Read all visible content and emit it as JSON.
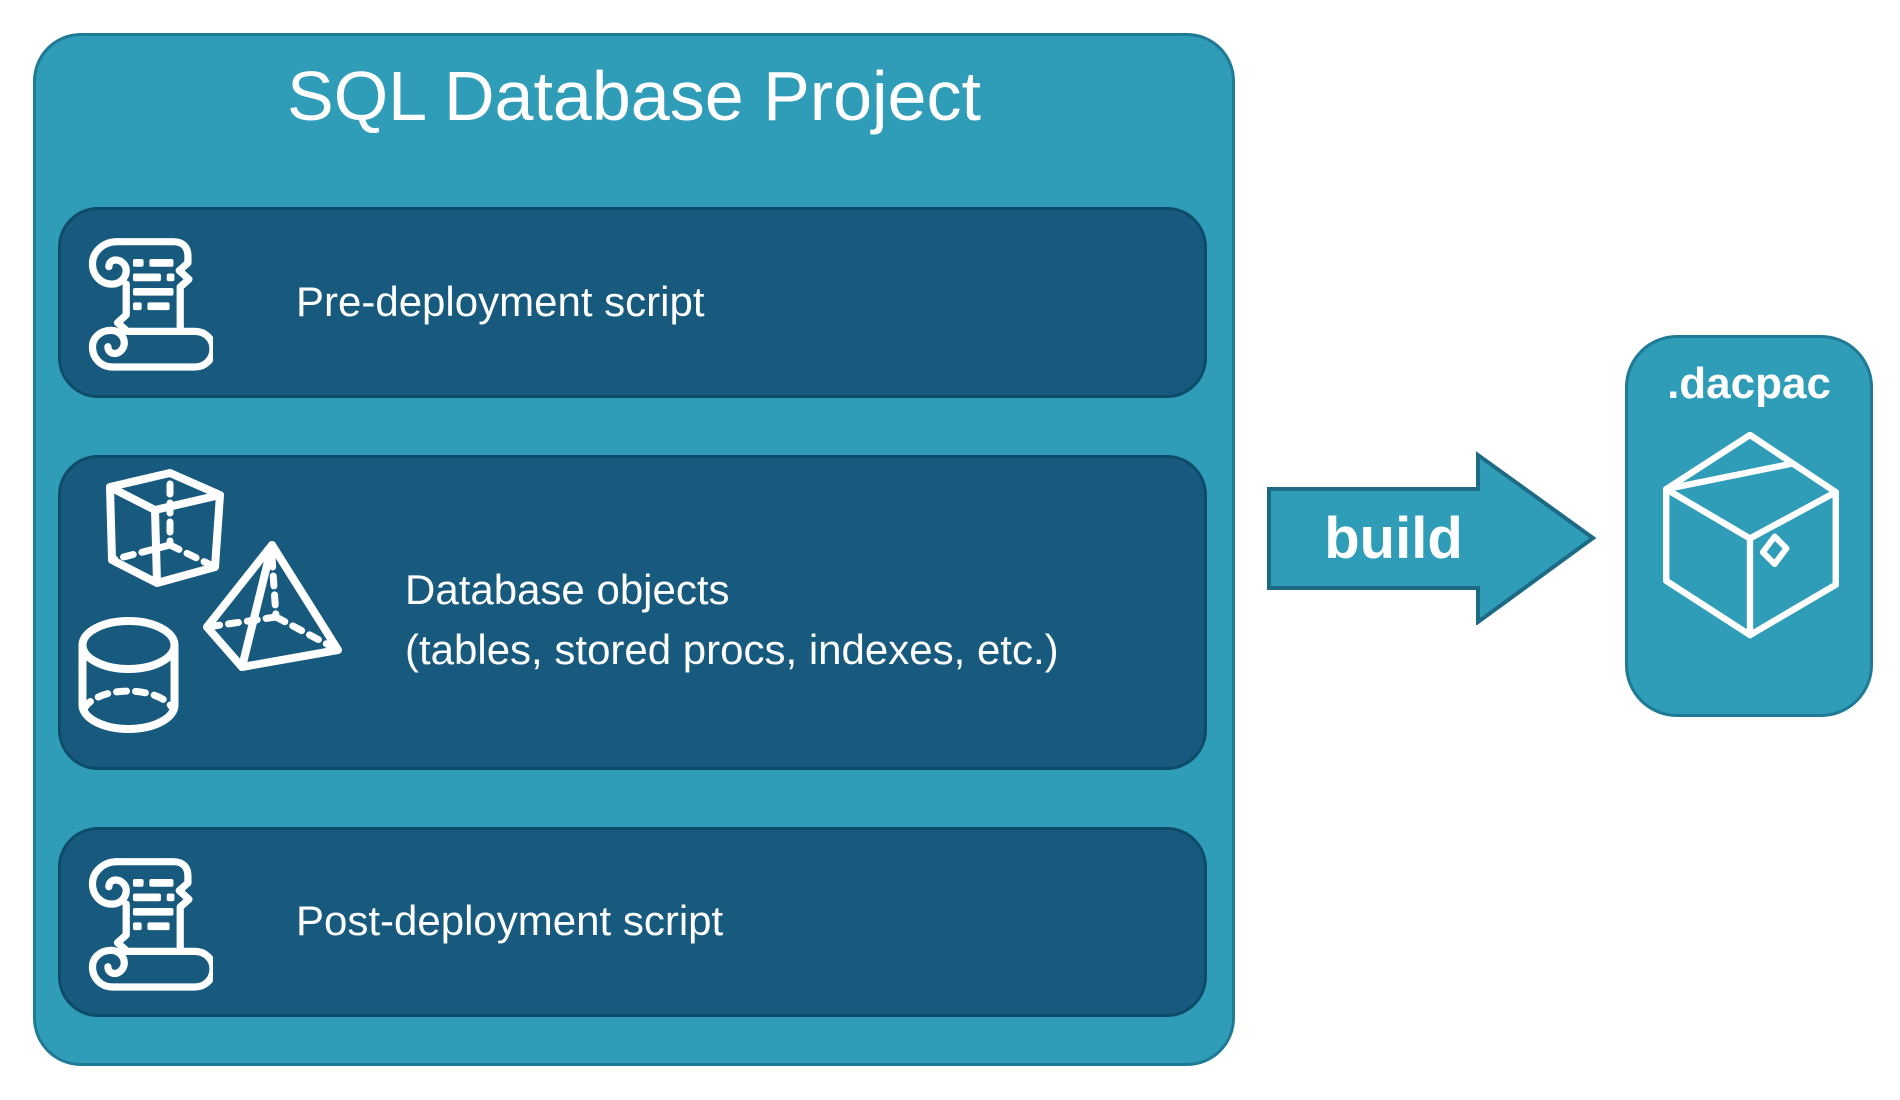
{
  "diagram": {
    "title": "SQL Database Project",
    "boxes": [
      {
        "label": "Pre-deployment script",
        "icon": "scroll-icon"
      },
      {
        "label_line1": "Database objects",
        "label_line2": "(tables, stored procs, indexes, etc.)",
        "icon": "geometric-shapes-icon"
      },
      {
        "label": "Post-deployment script",
        "icon": "scroll-icon"
      }
    ],
    "arrow": {
      "label": "build",
      "direction": "right"
    },
    "output": {
      "label": ".dacpac",
      "icon": "package-box-icon"
    },
    "colors": {
      "container_teal": "#2F9CB8",
      "container_border": "#1E7A95",
      "inner_dark": "#175A7E",
      "inner_border": "#0D4C68",
      "arrow_border": "#1D6A85",
      "text": "#FFFFFF"
    }
  }
}
